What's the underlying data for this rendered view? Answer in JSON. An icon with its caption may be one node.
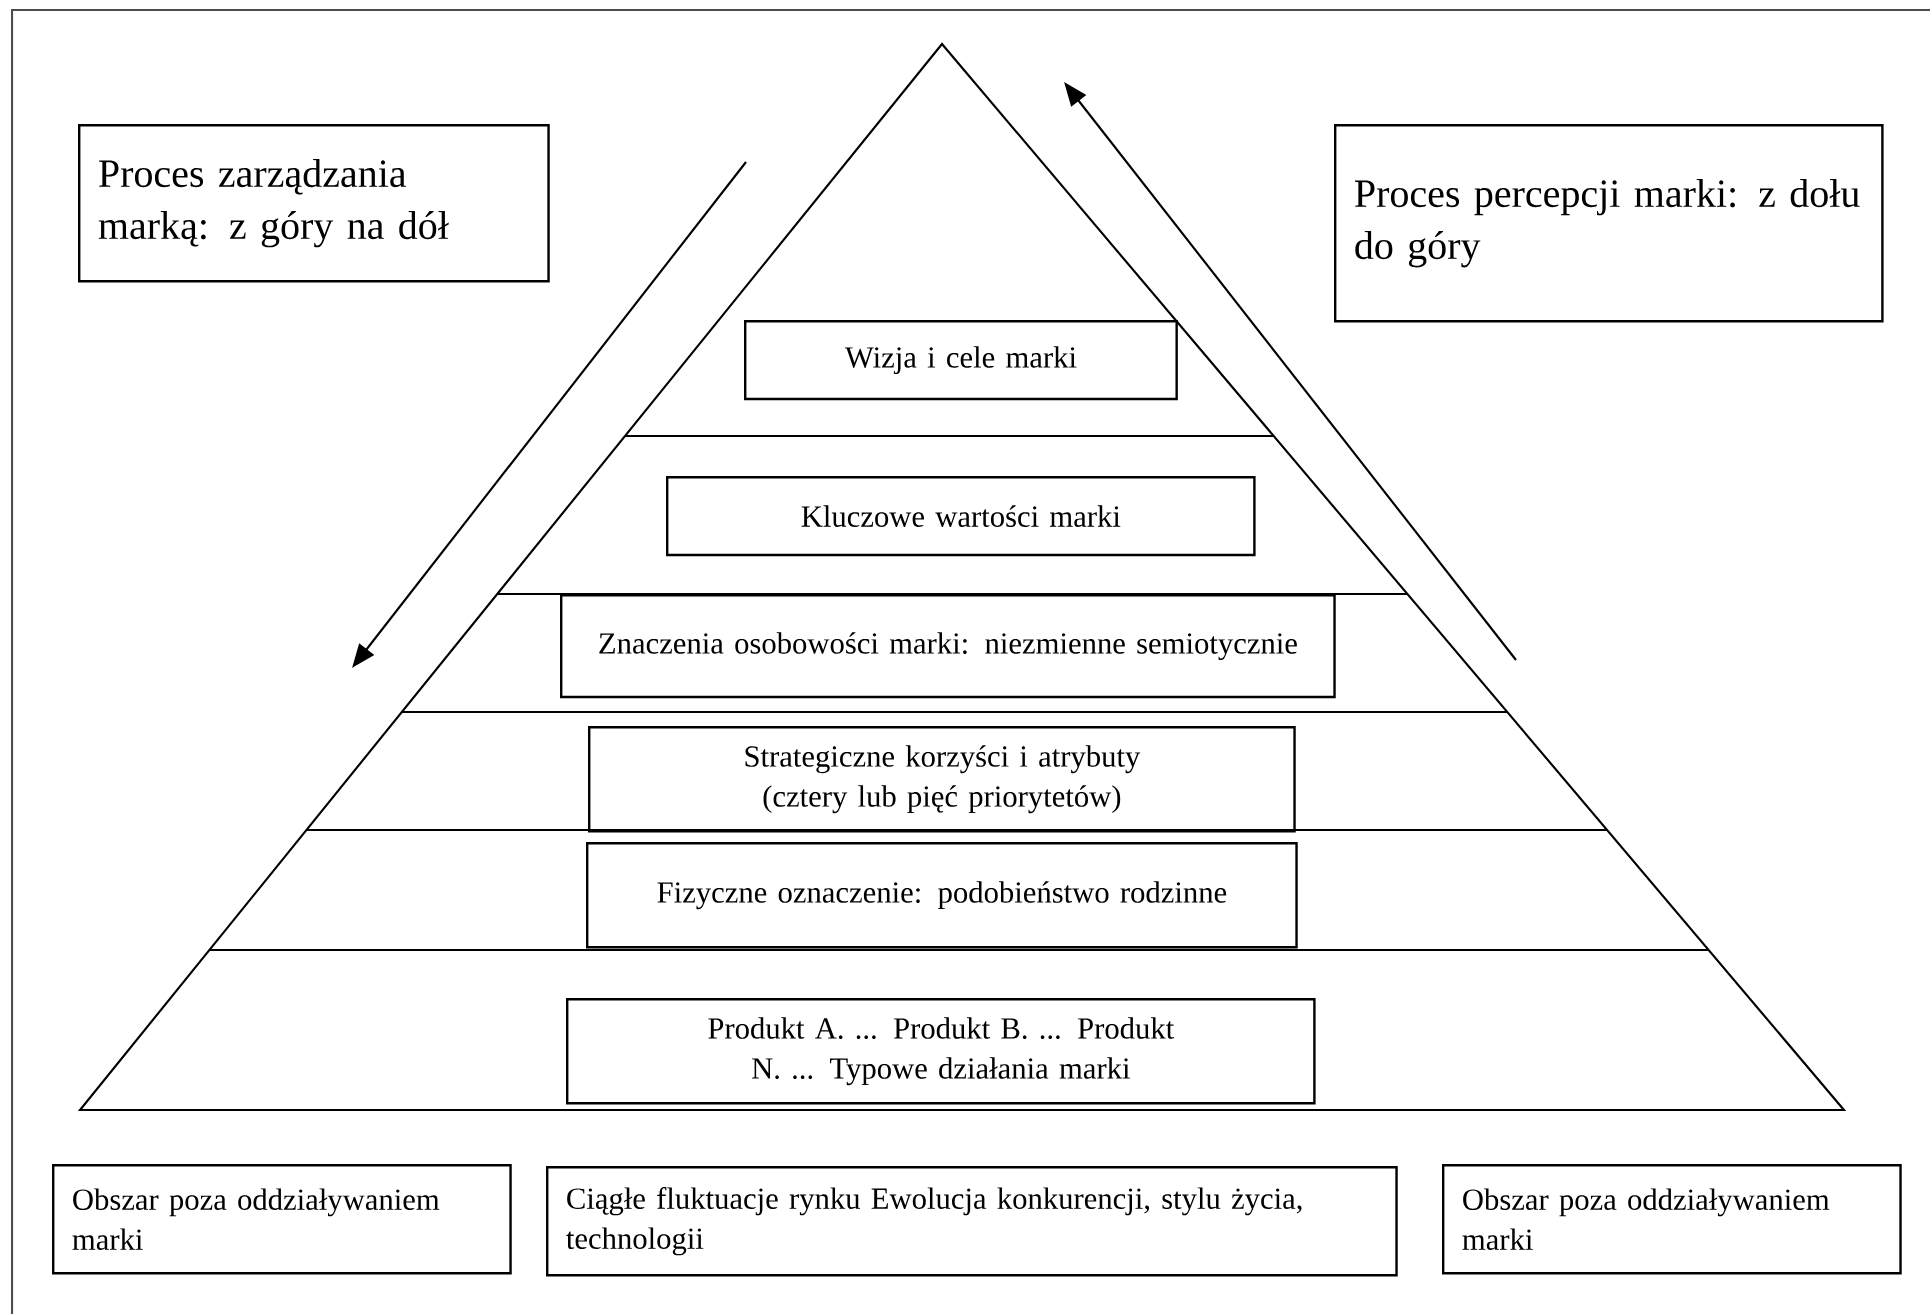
{
  "diagram": {
    "nodes": [
      {
        "text": [
          "Proces zarządzania marką: z góry na dół"
        ]
      },
      {
        "text": [
          "Proces percepcji marki: z dołu do góry"
        ]
      },
      {
        "text": [
          "Wizja i cele marki"
        ]
      },
      {
        "text": [
          "Kluczowe wartości marki"
        ]
      },
      {
        "text": [
          "Znaczenia osobowości marki: niezmienne semiotycznie"
        ]
      },
      {
        "text": [
          "Strategiczne korzyści i atrybuty (cztery lub pięć priorytetów)"
        ]
      },
      {
        "text": [
          "Fizyczne oznaczenie: podobieństwo rodzinne"
        ]
      },
      {
        "text": [
          "Produkt A. ... Produkt B. ... Produkt N. ... Typowe działania marki"
        ]
      },
      {
        "text": [
          "Obszar poza oddziaływaniem marki"
        ]
      },
      {
        "text": [
          "Ciągłe fluktuacje rynku Ewolucja konkurencji, stylu życia, technologii"
        ]
      },
      {
        "text": [
          "Obszar poza oddziaływaniem marki"
        ]
      }
    ]
  }
}
